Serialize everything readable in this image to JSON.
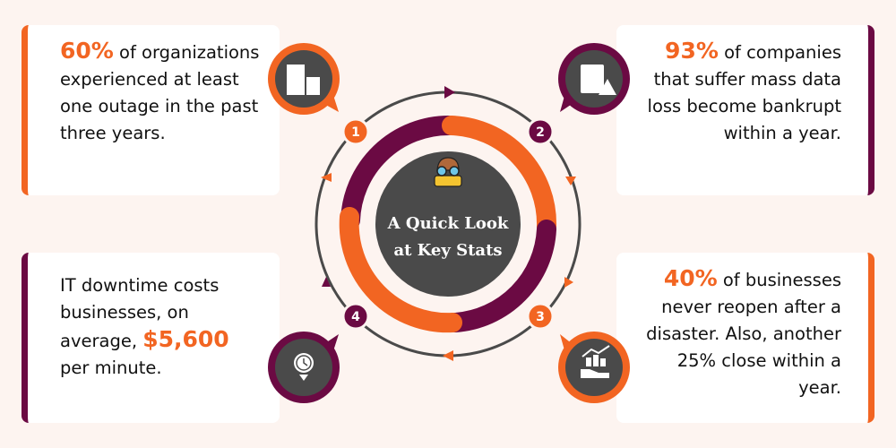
{
  "center": {
    "title_line1": "A Quick Look",
    "title_line2": "at Key Stats",
    "icon": "binoculars-person-icon"
  },
  "stats": [
    {
      "number": "1",
      "highlight": "60%",
      "text": " of organizations experienced at least one outage in the past three years.",
      "icon": "office-building-icon"
    },
    {
      "number": "2",
      "highlight": "93%",
      "text": " of companies that suffer mass data loss become bankrupt within a year.",
      "icon": "folder-warning-icon"
    },
    {
      "number": "3",
      "highlight": "40%",
      "text": " of businesses never reopen after a disaster. Also, another 25% close within a year.",
      "icon": "growth-chart-hand-icon"
    },
    {
      "number": "4",
      "prefix": "IT downtime costs businesses, on average, ",
      "highlight": "$5,600",
      "text": " per minute.",
      "icon": "stopwatch-icon"
    }
  ],
  "colors": {
    "orange": "#f26522",
    "purple": "#6b0a43",
    "dark": "#4a4a4a",
    "background": "#fdf4f0"
  }
}
